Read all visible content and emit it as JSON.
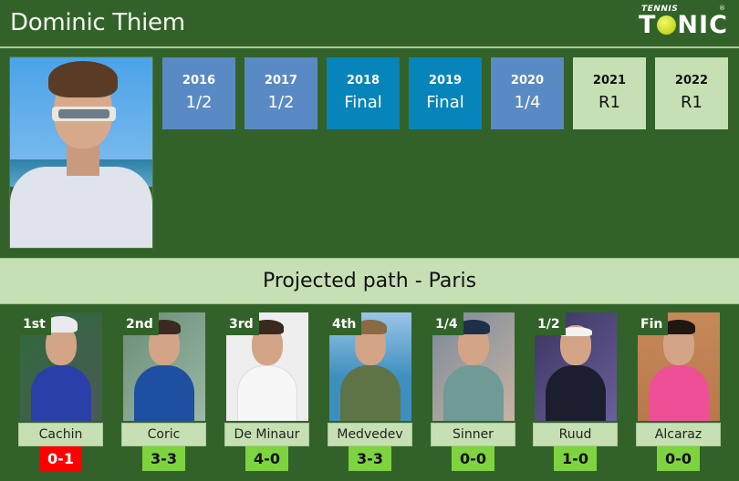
{
  "header": {
    "title": "Dominic Thiem",
    "logo": {
      "small_text": "TENNIS",
      "big_text_pre": "T",
      "big_text_post": "NIC",
      "ball_icon": "tennis-ball-icon",
      "registered": "®"
    }
  },
  "player_photo": {
    "alt": "Dominic Thiem photo"
  },
  "history": [
    {
      "year": "2016",
      "result": "1/2",
      "style": "blue",
      "color": "#5a8ac3"
    },
    {
      "year": "2017",
      "result": "1/2",
      "style": "blue",
      "color": "#5a8ac3"
    },
    {
      "year": "2018",
      "result": "Final",
      "style": "final",
      "color": "#0784b9"
    },
    {
      "year": "2019",
      "result": "Final",
      "style": "final",
      "color": "#0784b9"
    },
    {
      "year": "2020",
      "result": "1/4",
      "style": "blue",
      "color": "#5a8ac3"
    },
    {
      "year": "2021",
      "result": "R1",
      "style": "light",
      "color": "#c6e0b4"
    },
    {
      "year": "2022",
      "result": "R1",
      "style": "light",
      "color": "#c6e0b4"
    }
  ],
  "path": {
    "title": "Projected path - Paris",
    "opponents": [
      {
        "round": "1st",
        "name": "Cachin",
        "h2h": "0-1",
        "status": "loss"
      },
      {
        "round": "2nd",
        "name": "Coric",
        "h2h": "3-3",
        "status": "win"
      },
      {
        "round": "3rd",
        "name": "De Minaur",
        "h2h": "4-0",
        "status": "win"
      },
      {
        "round": "4th",
        "name": "Medvedev",
        "h2h": "3-3",
        "status": "win"
      },
      {
        "round": "1/4",
        "name": "Sinner",
        "h2h": "0-0",
        "status": "win"
      },
      {
        "round": "1/2",
        "name": "Ruud",
        "h2h": "1-0",
        "status": "win"
      },
      {
        "round": "Fin",
        "name": "Alcaraz",
        "h2h": "0-0",
        "status": "win"
      }
    ]
  },
  "colors": {
    "background": "#326229",
    "light_green": "#c6e0b4",
    "score_green": "#7ed43f",
    "score_red": "#ff0000",
    "year_blue": "#5a8ac3",
    "year_final": "#0784b9"
  }
}
